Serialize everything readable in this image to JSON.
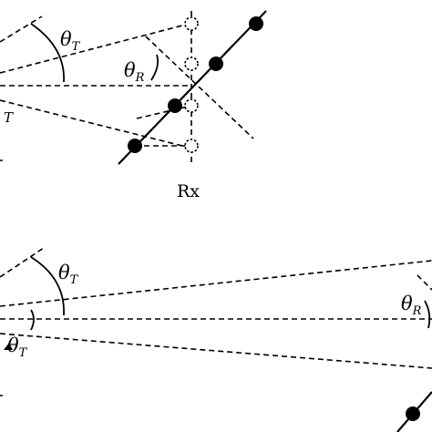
{
  "labels": {
    "top_theta_t": "θ",
    "top_theta_t_sub": "T",
    "top_theta_r": "θ",
    "top_theta_r_sub": "R",
    "top_left_partial": "T",
    "rx_label": "Rx",
    "bottom_theta_t": "θ",
    "bottom_theta_t_sub": "T",
    "bottom_theta_t2": "θ",
    "bottom_theta_t2_sub": "T",
    "bottom_theta_r": "θ",
    "bottom_theta_r_sub": "R"
  },
  "colors": {
    "stroke": "#000000",
    "background": "#ffffff"
  }
}
